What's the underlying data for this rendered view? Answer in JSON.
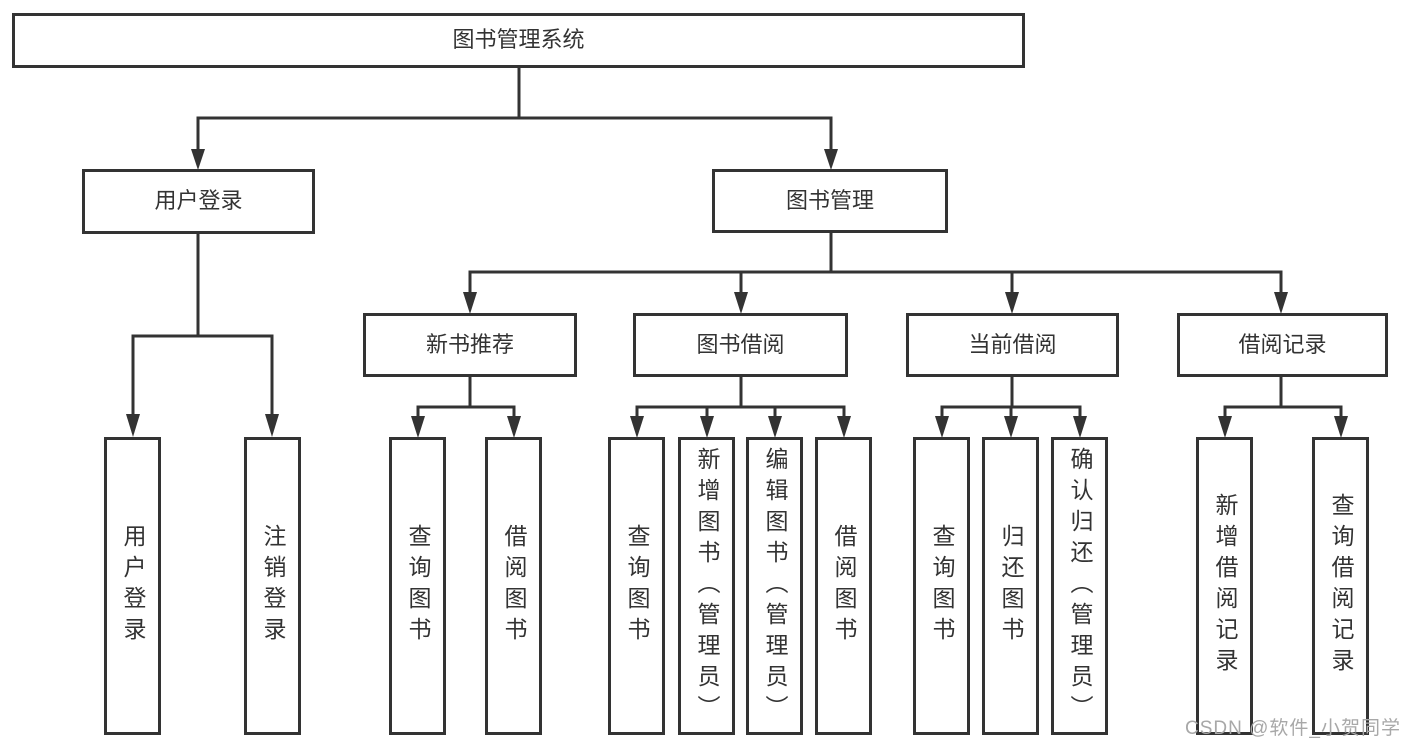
{
  "diagram": {
    "title": "图书管理系统",
    "nodes": {
      "user_login": "用户登录",
      "book_mgmt": "图书管理",
      "new_books": "新书推荐",
      "book_borrow": "图书借阅",
      "current_borrow": "当前借阅",
      "borrow_records": "借阅记录"
    },
    "leaves": {
      "user_login": [
        "用户登录",
        "注销登录"
      ],
      "new_books": [
        "查询图书",
        "借阅图书"
      ],
      "book_borrow": [
        "查询图书",
        "新增图书（管理员）",
        "编辑图书（管理员）",
        "借阅图书"
      ],
      "current_borrow": [
        "查询图书",
        "归还图书",
        "确认归还（管理员）"
      ],
      "borrow_records": [
        "新增借阅记录",
        "查询借阅记录"
      ]
    }
  },
  "watermark": {
    "text": "CSDN @软件_小贺同学"
  },
  "colors": {
    "line": "#333333",
    "text": "#333333",
    "background": "#ffffff",
    "watermark": "#a8a8a8"
  }
}
